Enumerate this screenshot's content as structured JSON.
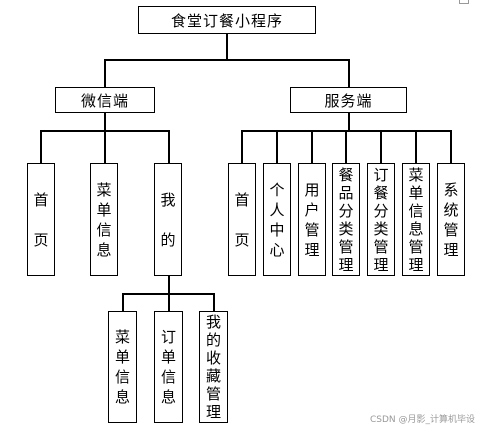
{
  "root": {
    "label": "食堂订餐小程序"
  },
  "branches": [
    {
      "label": "微信端",
      "children": [
        {
          "label": "首页"
        },
        {
          "label": "菜单信息"
        },
        {
          "label": "我的",
          "children": [
            {
              "label": "菜单信息"
            },
            {
              "label": "订单信息"
            },
            {
              "label": "我的收藏管理"
            }
          ]
        }
      ]
    },
    {
      "label": "服务端",
      "children": [
        {
          "label": "首页"
        },
        {
          "label": "个人中心"
        },
        {
          "label": "用户管理"
        },
        {
          "label": "餐品分类管理"
        },
        {
          "label": "订餐分类管理"
        },
        {
          "label": "菜单信息管理"
        },
        {
          "label": "系统管理"
        }
      ]
    }
  ],
  "watermark": "CSDN @月影_计算机毕设"
}
